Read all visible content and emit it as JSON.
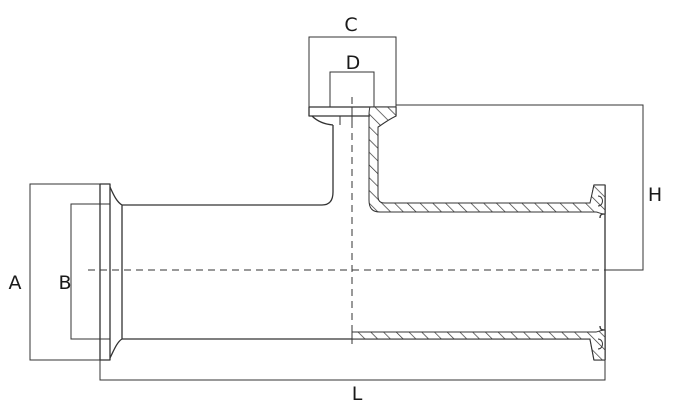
{
  "diagram": {
    "labels": {
      "a": "A",
      "b": "B",
      "c": "C",
      "d": "D",
      "h": "H",
      "l": "L"
    },
    "colors": {
      "line": "#333333",
      "background": "#ffffff"
    }
  }
}
